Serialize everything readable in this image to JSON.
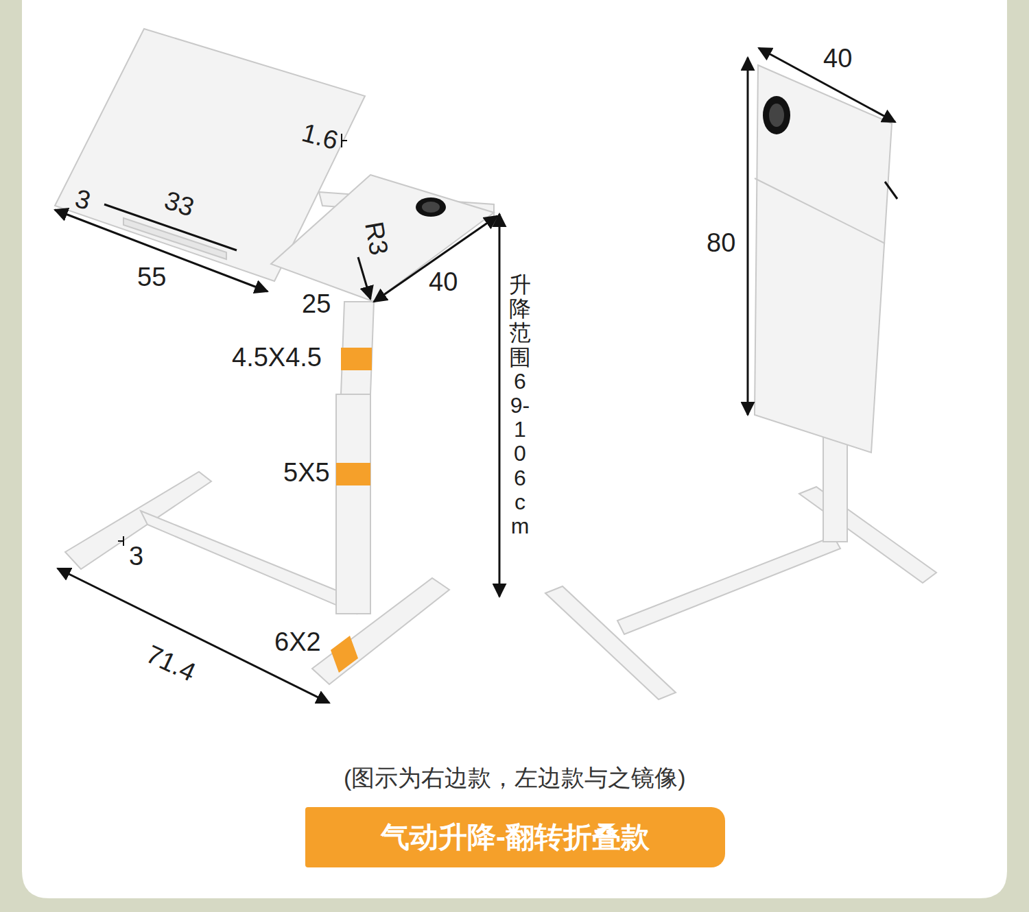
{
  "diagram": {
    "caption": "(图示为右边款，左边款与之镜像)",
    "nodes": [
      {
        "text": [
          "气动升降-翻转折叠款"
        ]
      }
    ],
    "labels": [
      "1.6",
      "3",
      "33",
      "55",
      "R3",
      "40",
      "25",
      "4.5X4.5",
      "5X5",
      "3",
      "71.4",
      "6X2",
      "升降范围 69-106cm",
      "40",
      "80"
    ]
  }
}
